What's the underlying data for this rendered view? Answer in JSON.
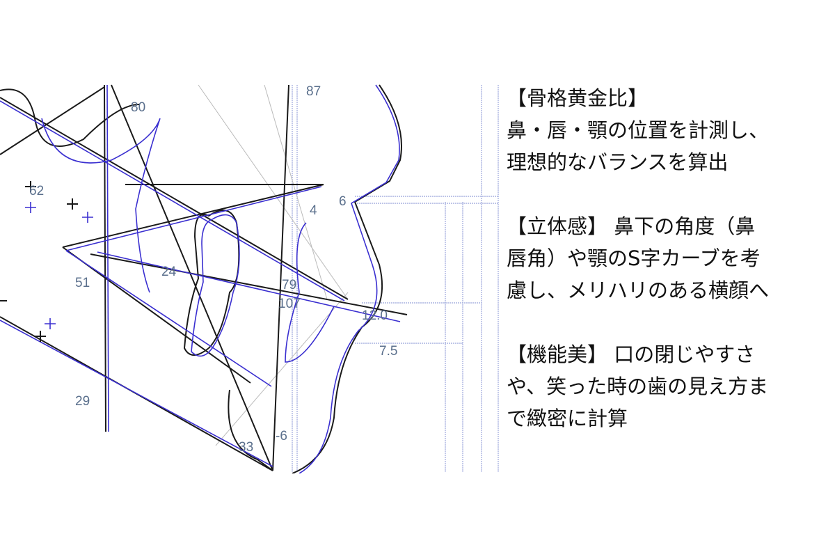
{
  "diagram": {
    "measurement_labels": [
      "87",
      "80",
      "62",
      "6",
      "4",
      "51",
      "24",
      "79",
      "107",
      "12.0",
      "7.5",
      "29",
      "33",
      "-6"
    ],
    "colors": {
      "before_tracing": "#1a1a1a",
      "after_tracing": "#3a2fd0",
      "labels": "#5a6f8c",
      "grid": "#aab4e0"
    }
  },
  "sections": [
    {
      "heading": "【骨格黄金比】",
      "lines": [
        "鼻・唇・顎の位置を計測し、",
        "理想的なバランスを算出"
      ]
    },
    {
      "heading": "【立体感】 鼻下の角度（鼻",
      "lines": [
        "唇角）や顎のS字カーブを考",
        "慮し、メリハリのある横顔へ"
      ]
    },
    {
      "heading": "【機能美】 口の閉じやすさ",
      "lines": [
        "や、笑った時の歯の見え方ま",
        "で緻密に計算"
      ]
    }
  ]
}
